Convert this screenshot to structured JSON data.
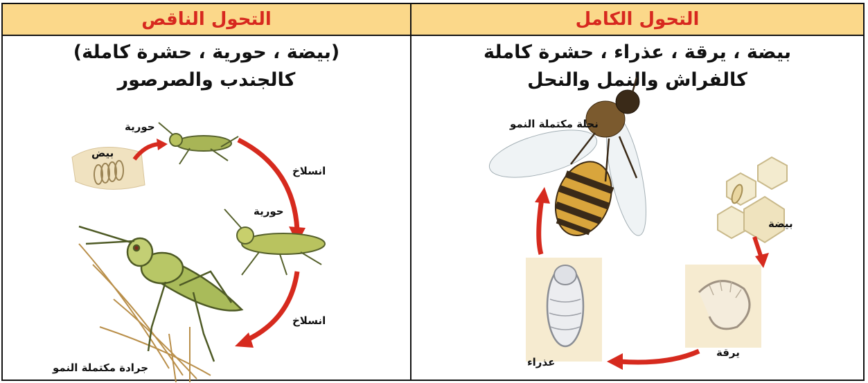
{
  "left": {
    "title": "التحول الناقص",
    "line1": "(بيضة ، حورية ، حشرة كاملة)",
    "line2": "كالجندب والصرصور",
    "labels": {
      "egg": "بيض",
      "nymph1": "حورية",
      "molt1": "انسلاخ",
      "nymph2": "حورية",
      "molt2": "انسلاخ",
      "adult": "جرادة مكتملة النمو"
    }
  },
  "right": {
    "title": "التحول الكامل",
    "line1": "بيضة ، يرقة ، عذراء ، حشرة كاملة",
    "line2": "كالفراش والنمل والنحل",
    "labels": {
      "adult": "نحلة مكتملة النمو",
      "egg": "بيضة",
      "larva": "يرقة",
      "pupa": "عذراء"
    }
  },
  "colors": {
    "header_bg": "#fbd88a",
    "title_red": "#d7281f",
    "arrow_red": "#d62a1e"
  }
}
